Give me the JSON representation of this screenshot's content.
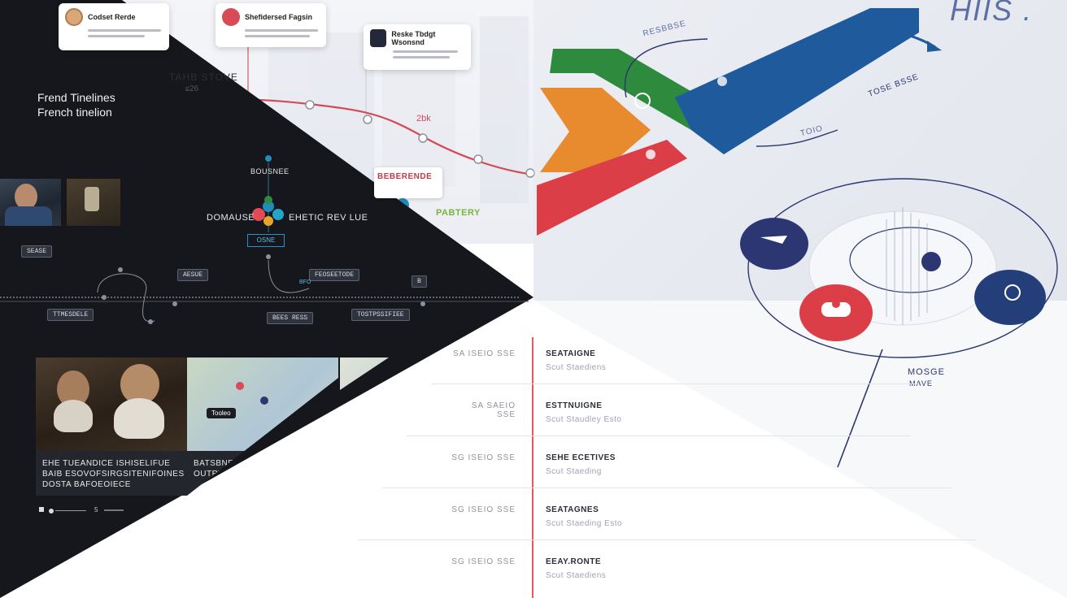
{
  "header": {
    "title_line1": "Frend Tinelines",
    "title_line2": "French tinelion"
  },
  "top_cards": [
    {
      "title": "Codset Rerde"
    },
    {
      "title": "Shefidersed Fagsin"
    },
    {
      "title": "Reske Tbdgt Wsonsnd"
    }
  ],
  "timeline_top": {
    "label_left": "TAHB STOVE",
    "label_left_sub": "ɕ26",
    "label_mid": "2bk",
    "badge": "BEBERENDE",
    "green_label": "PABTERY"
  },
  "center_chart": {
    "top_label": "BOUSNEE",
    "left_label": "DOMAUSE",
    "right_label": "EHETIC REV LUE",
    "box_label": "OSNE"
  },
  "dark_timeline": {
    "chips_top": [
      "SEASE",
      "AESUE",
      "FEOSEETODE",
      "B"
    ],
    "chips_bottom": [
      "TTMESDELE",
      "BEES RESS",
      "TOSTPSSIFIEE"
    ],
    "small_label": "BFO"
  },
  "media": {
    "caption_line1": "EHE TUEANDICE ISHISELIFUE",
    "caption_line2": "BAIB ESOVOFSIRGSITENIFOINES",
    "caption_line3": "DOSTA BAFOEOIECE",
    "caption2_line1": "BATSBNEIDVE",
    "caption2_line2": "OUTRTODUFFO",
    "map_label": "Tooleo",
    "player_time": "5"
  },
  "right_top": {
    "big_text": "HIIS .",
    "curve_label": "RESBBSE",
    "arrow_label": "TOSE BSSE",
    "end_label": "TOIO"
  },
  "circle_chart": {
    "label_line1": "MOSGE",
    "label_line2": "MAVE"
  },
  "schedule_rows": [
    {
      "time": "SA ISEIO SSE",
      "title": "SEATAIGNE",
      "subtitle": "Scut Staediens"
    },
    {
      "time": "SA SAEIO SSE",
      "title": "ESTTNUIGNE",
      "subtitle": "Scut Staudley Esto"
    },
    {
      "time": "SG ISEIO SSE",
      "title": "SEHE ECETIVES",
      "subtitle": "Scut Staeding"
    },
    {
      "time": "SG ISEIO SSE",
      "title": "SEATAGNES",
      "subtitle": "Scut Staeding Esto"
    },
    {
      "time": "SG ISEIO SSE",
      "title": "EEAY.RONTE",
      "subtitle": "Scut Staediens"
    }
  ],
  "colors": {
    "dark_bg": "#15171c",
    "timeline_red": "#d34a55",
    "chevron_green": "#2e8b3e",
    "chevron_orange": "#e88a2e",
    "chevron_red": "#dc3e48",
    "chevron_blue": "#1f5a9c",
    "navy_node": "#2c3672"
  }
}
